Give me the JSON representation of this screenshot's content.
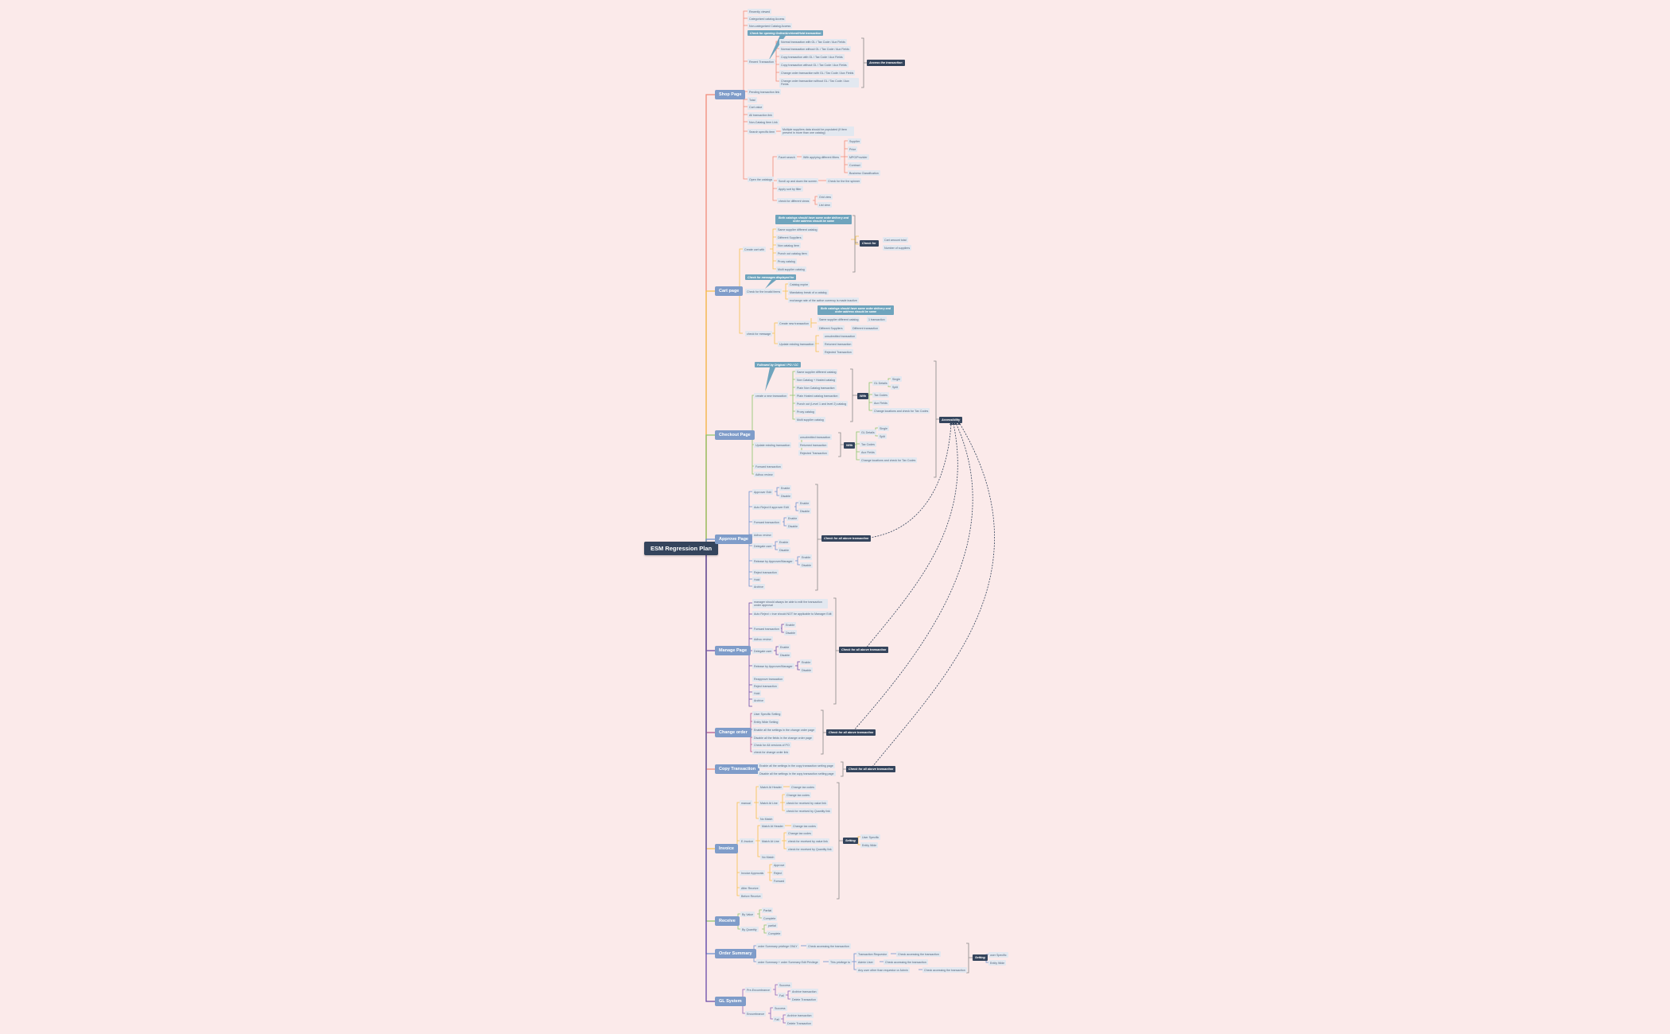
{
  "root": {
    "label": "ESM Regression Plan"
  },
  "colors": {
    "background": "#fbeaea",
    "root": "#34445c",
    "main": "#7f9cc9",
    "leaf": "#e2e8f0",
    "callout": "#6fa4bd",
    "shop": "#f08a78",
    "cart": "#f5c04d",
    "checkout": "#8cc56a",
    "approve": "#6b8fcf",
    "manage": "#6a4aa8",
    "change": "#b0548f",
    "copy": "#f08a78",
    "invoice": "#f5c04d",
    "receive": "#8cc56a",
    "order": "#6b8fcf",
    "gl": "#8a63b8"
  },
  "shop": {
    "label": "Shop Page",
    "items": [
      "Recently viewed",
      "Categorized catalog Access",
      "Non-categorized Catalog Access",
      "Recent Transaction",
      "Pending transaction link",
      "Total",
      "Cart value",
      "All transaction link",
      "Non-Catalog Item Link",
      "Search specific item",
      "Open the catalogs"
    ],
    "callout": "Check for opening Online/Archived/Hold transaction",
    "recent": [
      "Normal transaction with GL / Tax Code / Aux Fields",
      "Normal transaction without GL / Tax Code / Aux Fields",
      "Copy transaction with GL / Tax Code / Aux Fields",
      "Copy transaction without GL / Tax Code / Aux Fields",
      "Change order transaction with GL / Tax Code / Aux Fields",
      "Change order transaction without GL / Tax Code / Aux Fields"
    ],
    "recent_summary": "Access the transaction",
    "search_note": "Multiple suppliers data should be populated (if item present in more than one catalog)",
    "open": [
      "Facet search",
      "Scroll up and down the screen",
      "Apply sort by filter",
      "check for different views"
    ],
    "facet_mid": "With applying different filters",
    "facets": [
      "Supplier",
      "Price",
      "MPG/Provider",
      "Contract",
      "Business Classification"
    ],
    "spinner": "Check for the the spinner",
    "views": [
      "Grid view",
      "List view"
    ]
  },
  "cart": {
    "label": "Cart page",
    "groups": [
      "Create cart with",
      "Check for the invalid items",
      "check for message"
    ],
    "callout1": "Both catalogs should have same order delivery and order address should be same",
    "create": [
      "Same supplier different catalog",
      "Different Suppliers",
      "Non catalog item",
      "Punch out catalog item",
      "Proxy catalog",
      "Multi supplier catalog"
    ],
    "check_for": "Check for",
    "check_items": [
      "Cart amount total",
      "Number of suppliers"
    ],
    "callout2": "Check for messages displayed for",
    "invalid": [
      "Catalog expire",
      "Mandatory break of a catalog",
      "exchange rate of the active currency is made inactive"
    ],
    "message": [
      "Create new transaction",
      "Update existing transaction"
    ],
    "callout3": "Both catalogs should have same order delivery and order address should be same",
    "new": [
      "Same supplier different catalog",
      "Different Suppliers"
    ],
    "new_result": [
      "1 transaction",
      "Different transaction"
    ],
    "update": [
      "unsubmitted transaction",
      "Returned transaction",
      "Rejected Transaction"
    ]
  },
  "checkout": {
    "label": "Checkout Page",
    "groups": [
      "create a new transaction",
      "Update existing transaction",
      "Forward transaction",
      "Adhoc review"
    ],
    "callout": "Followed by Original / PO / CC",
    "create": [
      "Same supplier different catalog",
      "Non Catalog + Hosted catalog",
      "Plain Non Catalog transaction",
      "Plain Hosted catalog transaction",
      "Punch out (Level 1 and level 2) catalog",
      "Proxy catalog",
      "Multi supplier catalog"
    ],
    "update": [
      "unsubmitted transaction",
      "Returned transaction",
      "Rejected Transaction"
    ],
    "with": "With",
    "with_items": [
      "GL Details",
      "Tax Codes",
      "Aux Fields",
      "Change locations and check for Tax Codes"
    ],
    "gl": [
      "Single",
      "Split"
    ],
    "summary": "Accessibility"
  },
  "approve": {
    "label": "Approve Page",
    "items": [
      "Approver Edit",
      "Auto Reject if approver Edit",
      "Forward transaction",
      "Adhoc review",
      "Delegate user",
      "Release by Approver/Manager",
      "Reject transaction",
      "Hold",
      "Archive"
    ],
    "toggle": [
      "Enable",
      "Disable"
    ],
    "summary": "Check for all above transaction"
  },
  "manage": {
    "label": "Manage Page",
    "items": [
      "manager should always be able to edit the transaction under approval",
      "Auto Reject = true should NOT be applicable to Manager Edit",
      "Forward transaction",
      "Adhoc review",
      "Delegate user",
      "Release by Approver/Manager",
      "Reapprove transaction",
      "Reject transaction",
      "Hold",
      "Archive"
    ],
    "toggle": [
      "Enable",
      "Disable"
    ],
    "summary": "Check for all above transaction"
  },
  "change": {
    "label": "Change order",
    "items": [
      "User Specific Setting",
      "Entity Wide Setting",
      "Enable all the settings in the change order page",
      "Disable all the fields in the change order page",
      "Check for All versions of PO",
      "check for change order link"
    ],
    "summary": "Check for all above transaction"
  },
  "copy": {
    "label": "Copy Transaction",
    "items": [
      "Enable all the settings in the copy transaction setting page",
      "Disable all the settings in the copy transaction setting page"
    ],
    "summary": "Check for all above transaction"
  },
  "invoice": {
    "label": "Invoice",
    "groups": [
      "manual",
      "E-Invoice",
      "Invoice Approvals",
      "After Receive",
      "Before Receive"
    ],
    "match": [
      "Match At Header",
      "Match At Line",
      "No Match"
    ],
    "header_child": "Change tax codes",
    "line_children": [
      "Change tax codes",
      "check for received by value link",
      "check for received by Quantity link"
    ],
    "approvals": [
      "Approve",
      "Reject",
      "Forward"
    ],
    "setting": "Setting",
    "setting_items": [
      "User Specific",
      "Entity Wide"
    ]
  },
  "receive": {
    "label": "Receive",
    "groups": [
      "By Value",
      "By Quantity"
    ],
    "value": [
      "Partial",
      "Complete"
    ],
    "quantity": [
      "partial",
      "Complete"
    ]
  },
  "order": {
    "label": "Order Summary",
    "groups": [
      "order Summary privilege ONLY",
      "order Summary + order Summary Edit Privilege"
    ],
    "check": "Check accessing the transaction",
    "mid": "This privilege to",
    "users": [
      "Transaction Requestor",
      "Admin User",
      "Any user other than requestor or Admin"
    ],
    "setting": "Setting",
    "setting_items": [
      "user Specific",
      "Entity Wide"
    ]
  },
  "gl": {
    "label": "GL System",
    "groups": [
      "Pre-Encumbrance",
      "Encumbrance"
    ],
    "success": "Success",
    "fail": "Fail",
    "fail_items": [
      "Archive transaction",
      "Delete Transaction"
    ]
  }
}
